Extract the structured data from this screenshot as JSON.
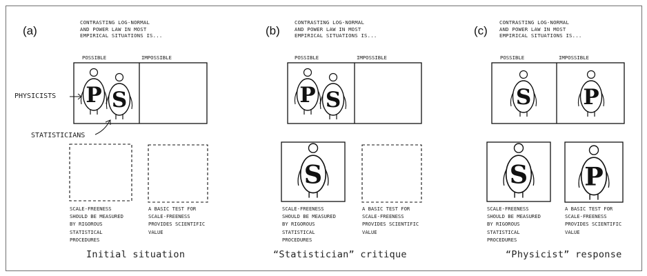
{
  "question": "Contrasting log-normal\nand power law in most\nempirical situations is...",
  "labels": {
    "possible": "possible",
    "impossible": "impossible"
  },
  "pointers": {
    "physicists": "physicists",
    "statisticians": "statisticians"
  },
  "notes": {
    "left": "Scale-freeness\nshould be measured\nby rigorous\nstatistical\nprocedures",
    "right": "A basic test for\nscale-freeness\nprovides scientific\nvalue"
  },
  "panels": [
    {
      "letter": "(a)",
      "caption": "Initial situation",
      "top_possible": [
        "P",
        "S"
      ],
      "top_impossible": [],
      "bottom_left": [],
      "bottom_right": []
    },
    {
      "letter": "(b)",
      "caption": "“Statistician” critique",
      "top_possible": [
        "P",
        "S"
      ],
      "top_impossible": [],
      "bottom_left": [
        "S"
      ],
      "bottom_right": []
    },
    {
      "letter": "(c)",
      "caption": "“Physicist” response",
      "top_possible": [
        "S"
      ],
      "top_impossible": [
        "P"
      ],
      "bottom_left": [
        "S"
      ],
      "bottom_right": [
        "P"
      ]
    }
  ]
}
